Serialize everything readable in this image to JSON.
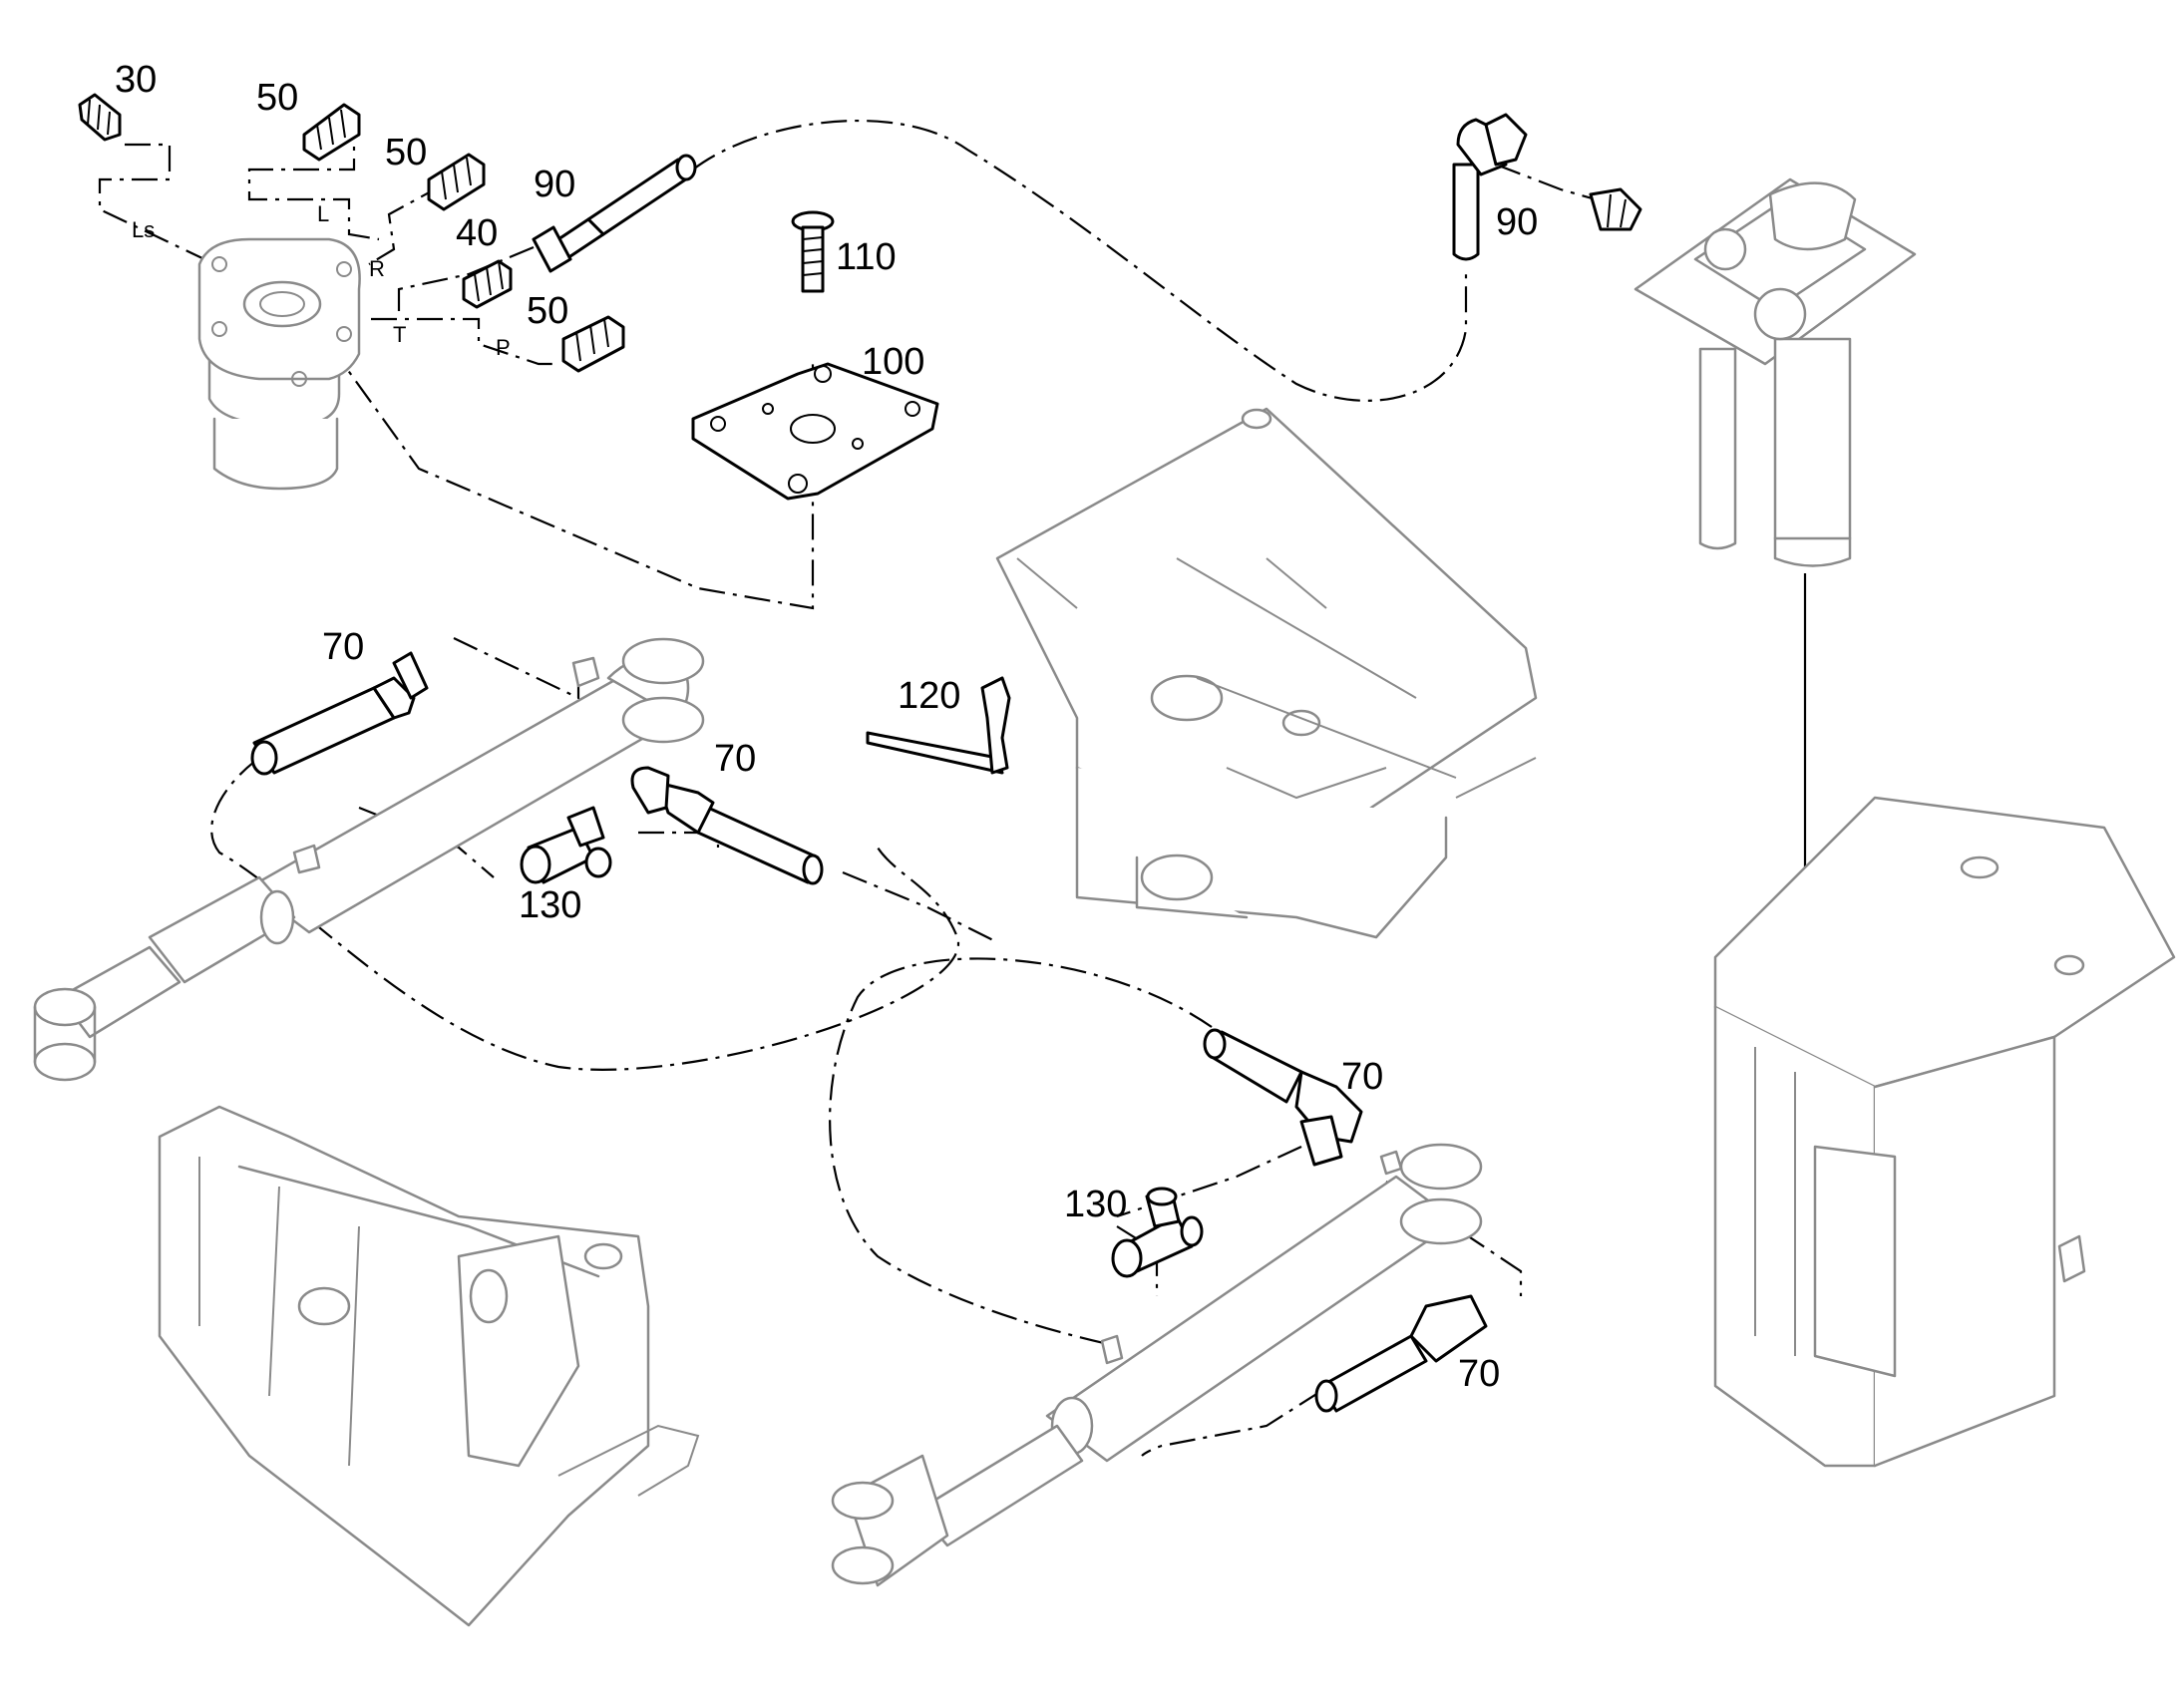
{
  "callouts": {
    "c30": "30",
    "c50_a": "50",
    "c50_b": "50",
    "c50_c": "50",
    "c40": "40",
    "c90_a": "90",
    "c90_b": "90",
    "c110": "110",
    "c100": "100",
    "c120": "120",
    "c70_a": "70",
    "c70_b": "70",
    "c70_c": "70",
    "c70_d": "70",
    "c130_a": "130",
    "c130_b": "130"
  },
  "ports": {
    "ls": "Ls",
    "l": "L",
    "r": "R",
    "t": "T",
    "p": "P"
  },
  "colors": {
    "line": "#000000",
    "context_part": "#8a8a8a",
    "background": "#ffffff"
  }
}
